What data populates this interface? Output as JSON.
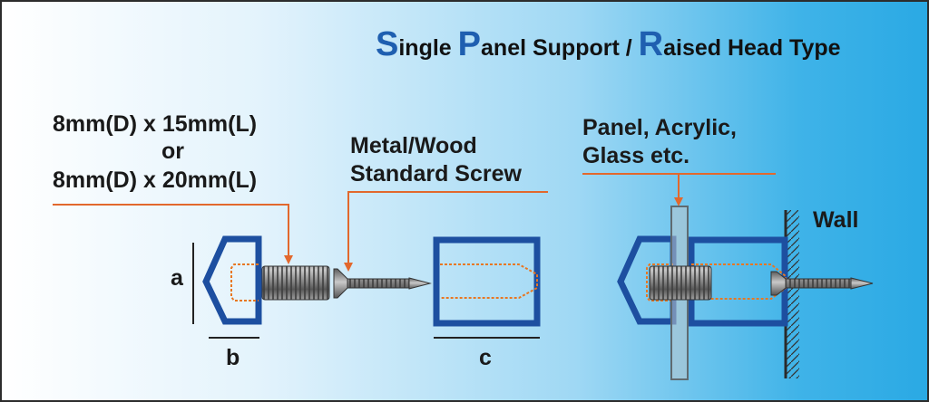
{
  "title": {
    "part1_initial": "S",
    "part1_rest": "ingle ",
    "part2_initial": "P",
    "part2_rest": "anel Support / ",
    "part3_initial": "R",
    "part3_rest": "aised Head Type"
  },
  "size_label": {
    "line1": "8mm(D) x 15mm(L)",
    "line2": "or",
    "line3": "8mm(D) x 20mm(L)"
  },
  "screw_label": {
    "line1": "Metal/Wood",
    "line2": "Standard Screw"
  },
  "panel_label": {
    "line1": "Panel, Acrylic,",
    "line2": "Glass etc."
  },
  "wall_label": "Wall",
  "dimensions": {
    "a": "a",
    "b": "b",
    "c": "c"
  },
  "colors": {
    "part_outline": "#1d4fa0",
    "dashed_hole": "#e87722",
    "leader_line": "#e2682d",
    "screw_metal": "#8a8a8a"
  }
}
